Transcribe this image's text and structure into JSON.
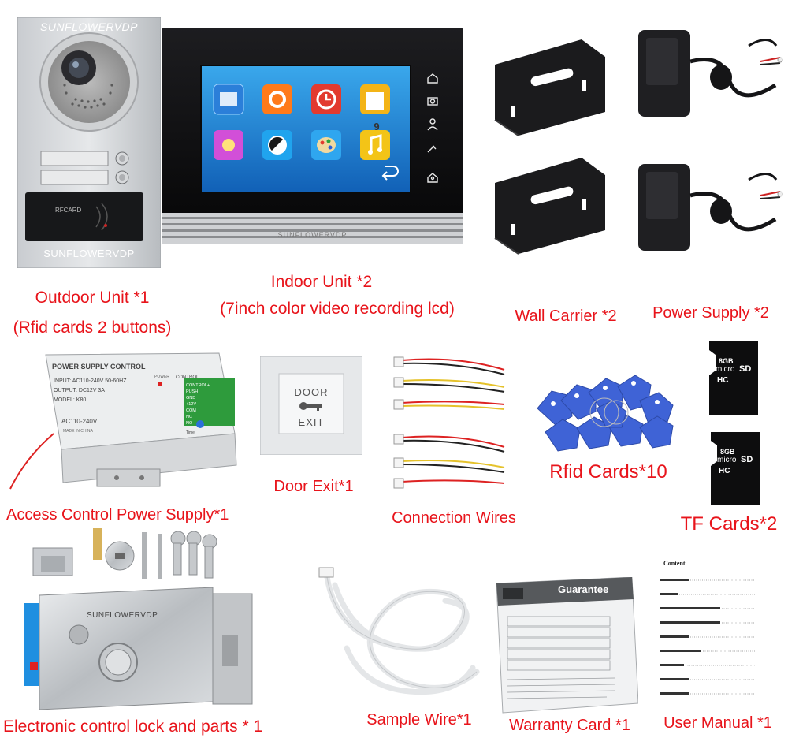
{
  "brand": "SUNFLOWERVDP",
  "outdoor": {
    "rfcard_label": "RFCARD",
    "caption_line1": "Outdoor Unit *1",
    "caption_line2": "(Rfid cards 2 buttons)"
  },
  "indoor": {
    "calendar_day": "9",
    "caption_line1": "Indoor Unit *2",
    "caption_line2": "(7inch color video recording lcd)"
  },
  "wall_carrier": {
    "caption": "Wall Carrier *2"
  },
  "power_supply": {
    "caption": "Power Supply *2"
  },
  "access_power": {
    "title": "POWER SUPPLY CONTROL",
    "input": "INPUT: AC110-240V 50-60HZ",
    "output": "OUTPUT: DC12V 3A",
    "model": "MODEL: K80",
    "ac": "AC110-240V",
    "made": "MADE IN CHINA",
    "power": "POWER",
    "control": "CONTROL",
    "terminals": [
      "CONTROL+",
      "PUSH",
      "GND",
      "+12V",
      "COM",
      "NC",
      "NO"
    ],
    "time": "Time",
    "caption": "Access Control Power Supply*1"
  },
  "door_exit": {
    "word1": "DOOR",
    "word2": "EXIT",
    "caption": "Door Exit*1"
  },
  "wires": {
    "caption": "Connection Wires"
  },
  "rfid": {
    "caption": "Rfid Cards*10"
  },
  "tf": {
    "capacity": "8GB",
    "brand_line": "micro",
    "sd": "SD",
    "hc": "HC",
    "caption": "TF Cards*2"
  },
  "lock": {
    "caption": "Electronic control lock and parts * 1"
  },
  "sample_wire": {
    "caption": "Sample Wire*1"
  },
  "warranty": {
    "title": "Guarantee",
    "caption": "Warranty Card *1"
  },
  "manual": {
    "title": "Content",
    "caption": "User Manual *1"
  }
}
